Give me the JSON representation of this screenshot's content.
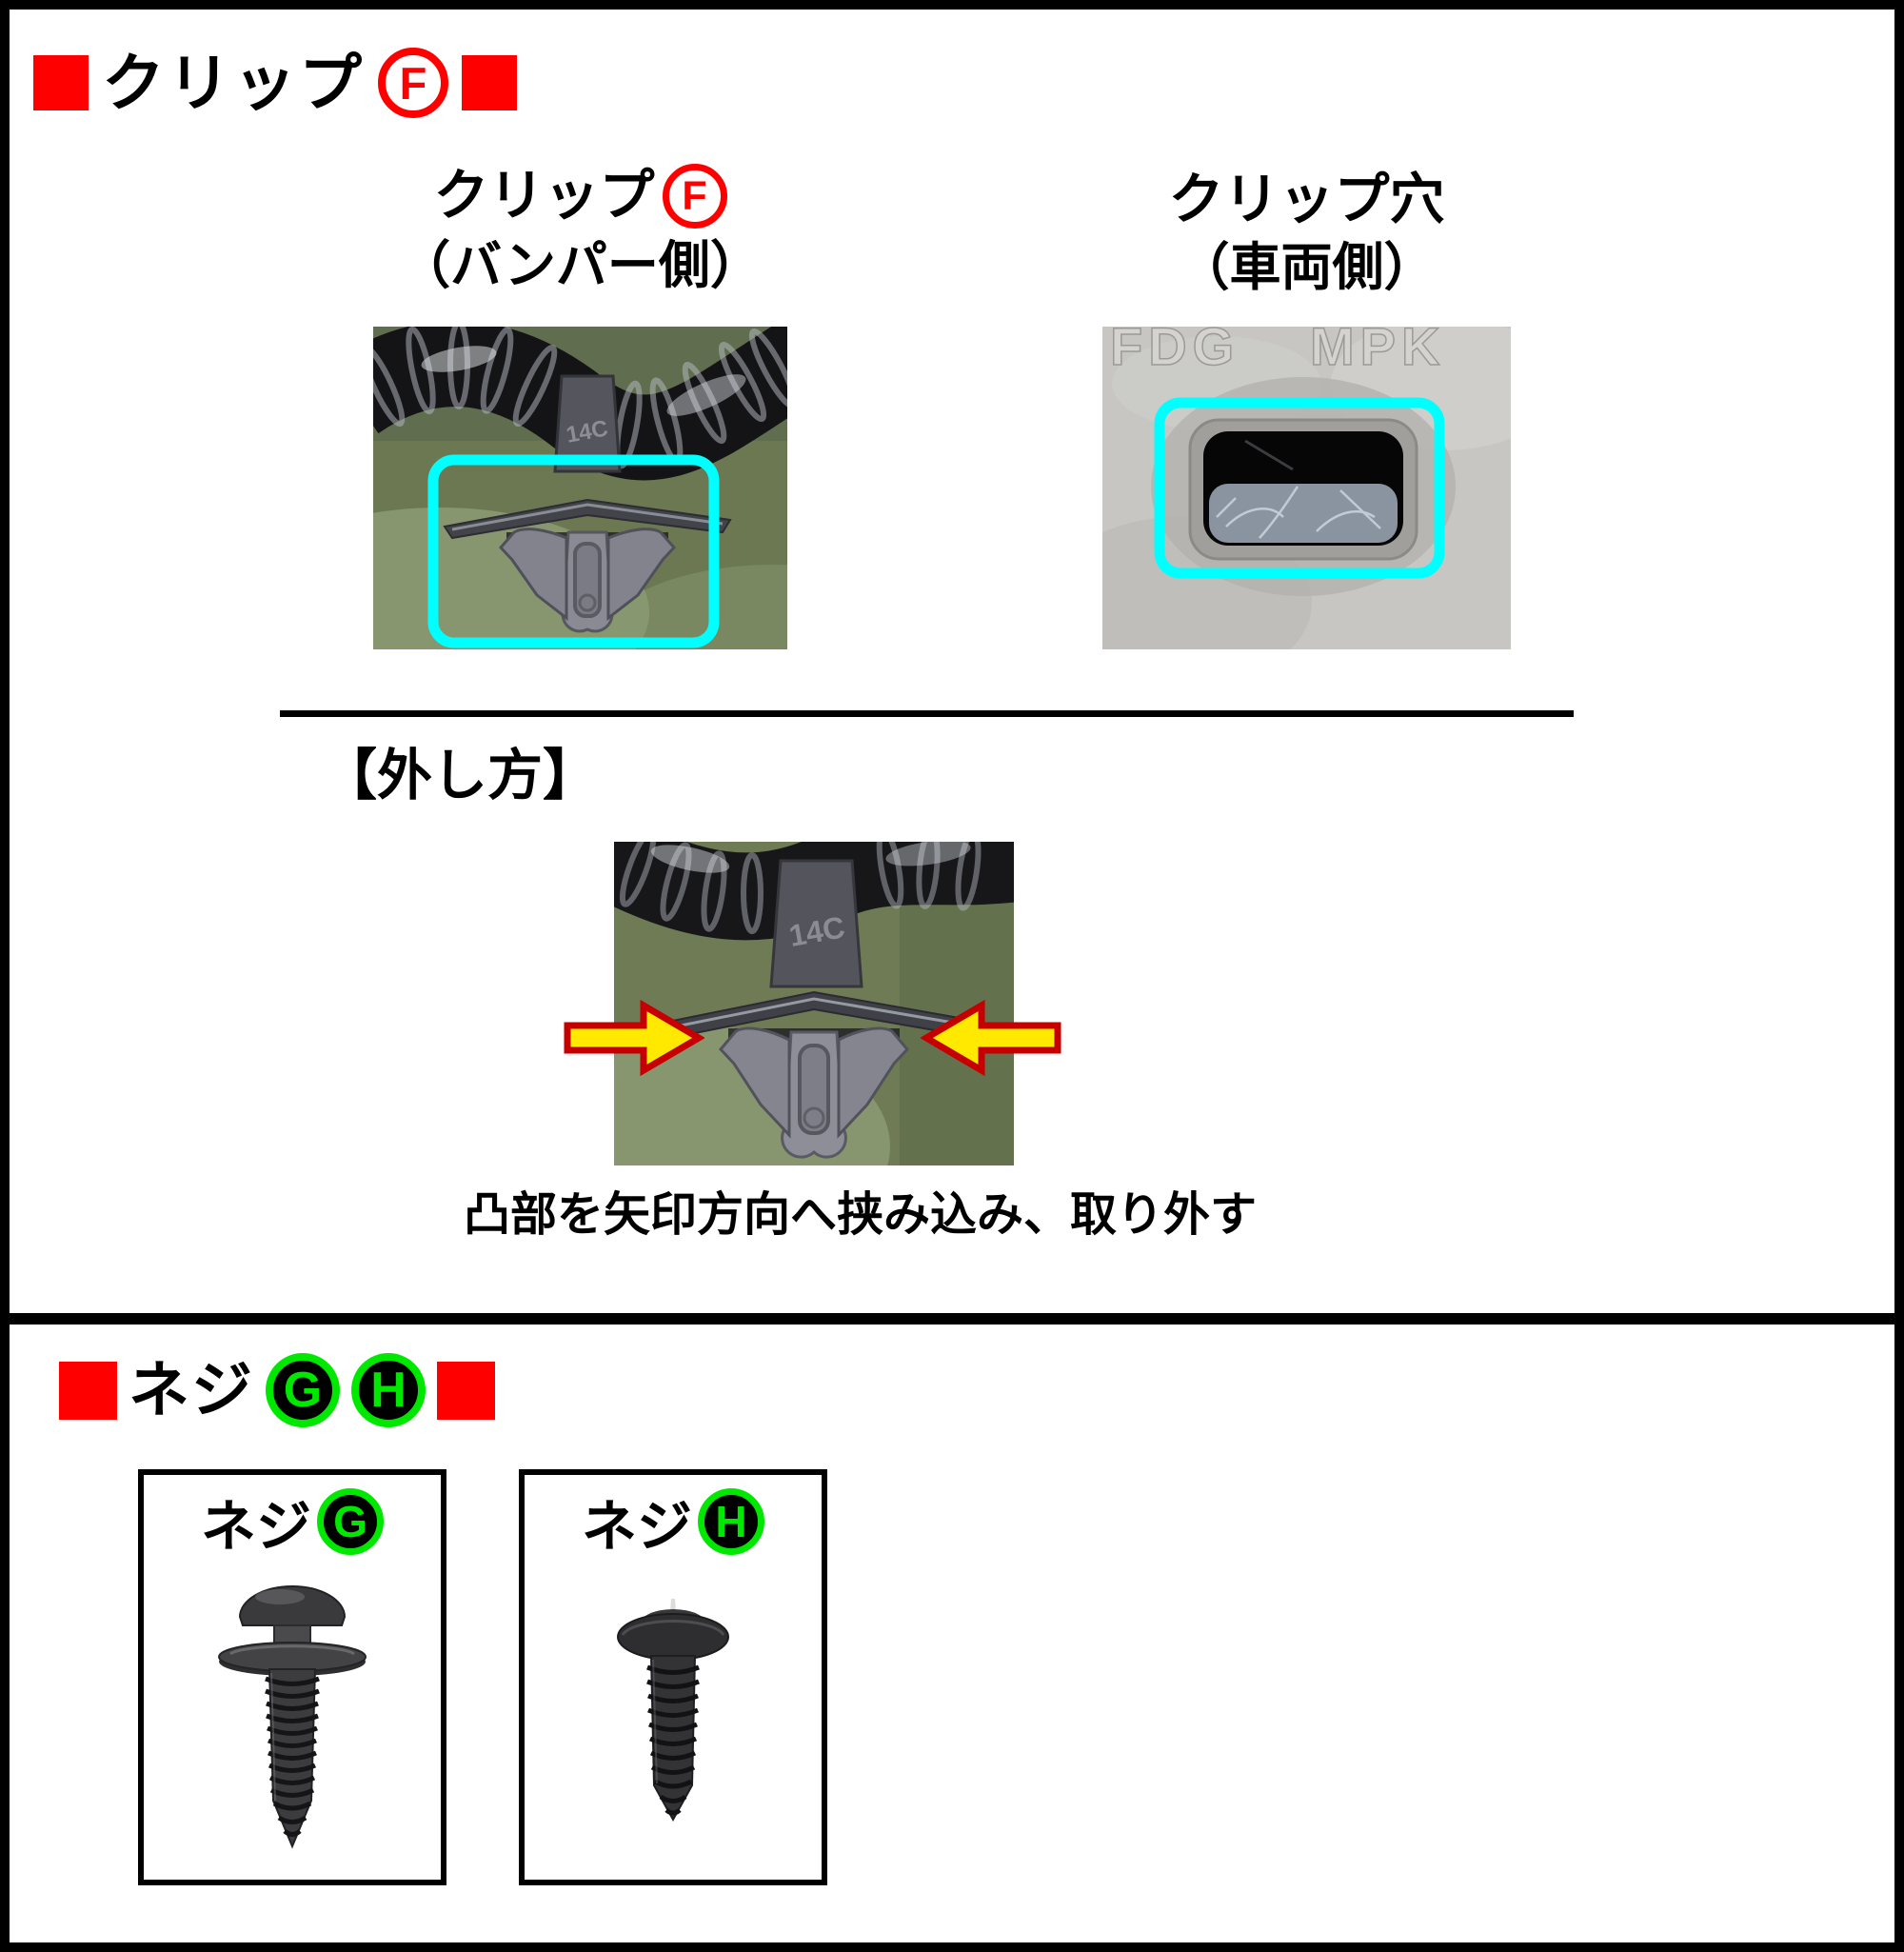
{
  "colors": {
    "accent_red": "#FF0000",
    "badge_green": "#00E800",
    "highlight_cyan": "#00FFFF",
    "arrow_yellow": "#FFE900",
    "arrow_outline_red": "#C60000"
  },
  "clip_section": {
    "heading": {
      "label": "クリップ",
      "badge": "F"
    },
    "clip_photo": {
      "caption_line1": "クリップ",
      "caption_badge": "F",
      "caption_line2": "（バンパー側）",
      "embossed_code": "14C"
    },
    "hole_photo": {
      "caption_line1": "クリップ穴",
      "caption_line2": "（車両側）",
      "embossed_left": "FDG",
      "embossed_right": "MPK"
    },
    "removal": {
      "heading": "【外し方】",
      "photo_embossed_code": "14C",
      "caption": "凸部を矢印方向へ挟み込み、取り外す"
    }
  },
  "screw_section": {
    "heading": {
      "label": "ネジ",
      "badge1": "G",
      "badge2": "H"
    },
    "screw_g": {
      "label": "ネジ",
      "badge": "G"
    },
    "screw_h": {
      "label": "ネジ",
      "badge": "H"
    }
  }
}
